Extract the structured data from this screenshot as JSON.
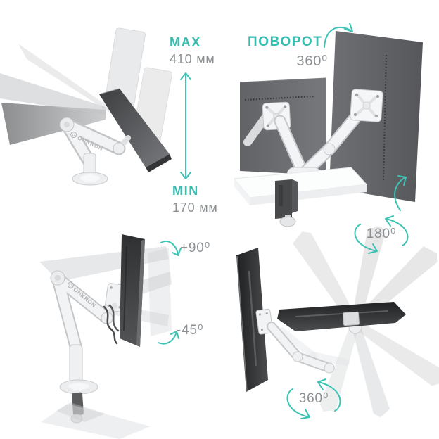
{
  "image": {
    "subject": "monitor-desk-mount-features-infographic"
  },
  "colors": {
    "accent": "#35bfb1",
    "value_text": "#8c9092",
    "monitor_dark": "#46484a",
    "ghost_gray": "#ced0d2",
    "arm_white": "#f3f4f5",
    "background": "#ffffff"
  },
  "panels": {
    "height": {
      "max_label": "MAX",
      "max_value": "410 мм",
      "min_label": "MIN",
      "min_value": "170 мм",
      "brand": "ONKRON"
    },
    "rotation": {
      "label": "ПОВОРОТ",
      "value": "360⁰"
    },
    "tilt": {
      "up_value": "+90⁰",
      "down_value": "-45⁰",
      "brand": "ONKRON"
    },
    "swivel": {
      "pivot_value": "180⁰",
      "rotate_value": "360⁰"
    }
  }
}
